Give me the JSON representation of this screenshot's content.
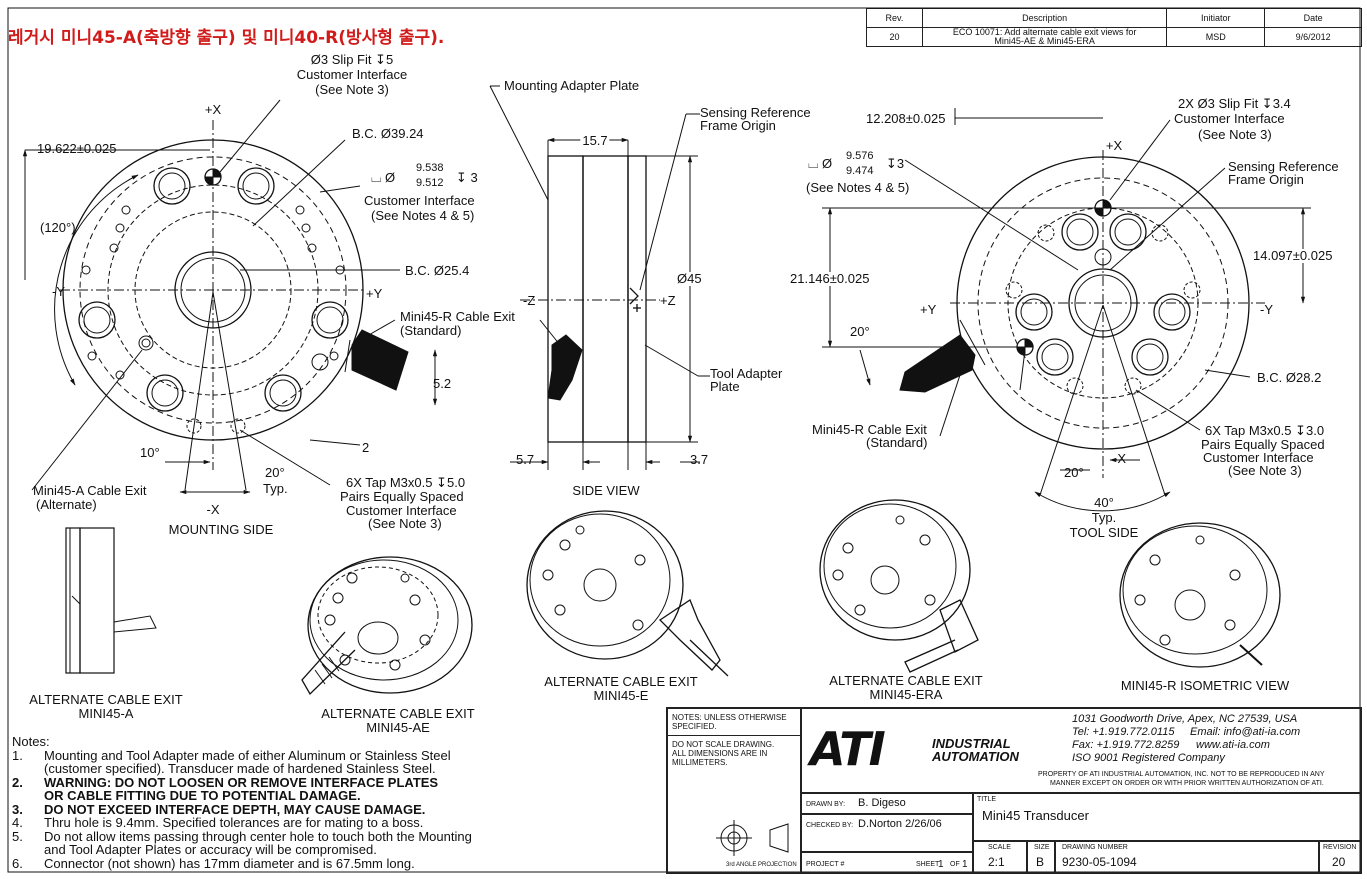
{
  "header_title": "레거시 미니45-A(축방향 출구) 및 미니40-R(방사형 출구).",
  "revision_table": {
    "headers": [
      "Rev.",
      "Description",
      "Initiator",
      "Date"
    ],
    "row": {
      "rev": "20",
      "description_line1": "ECO 10071: Add alternate cable exit views for",
      "description_line2": "Mini45-AE & Mini45-ERA",
      "initiator": "MSD",
      "date": "9/6/2012"
    }
  },
  "mounting_side": {
    "view_label": "MOUNTING SIDE",
    "slip_fit_line1": "Ø3 Slip Fit ↧5",
    "slip_fit_line2": "Customer Interface",
    "slip_fit_line3": "(See Note 3)",
    "plus_x": "+X",
    "minus_x": "-X",
    "plus_y": "+Y",
    "minus_y": "-Y",
    "dim_19622": "19.622±0.025",
    "bc_3924": "B.C. Ø39.24",
    "angle_120": "(120°)",
    "bore_sym": "⌴ Ø",
    "bore_upper": "9.538",
    "bore_lower": "9.512",
    "bore_depth": "↧ 3",
    "cust_if_line1": "Customer Interface",
    "cust_if_line2": "(See Notes 4 & 5)",
    "bc_254": "B.C. Ø25.4",
    "cable_exit_r_line1": "Mini45-R Cable Exit",
    "cable_exit_r_line2": "(Standard)",
    "dim_52": "5.2",
    "dim_2": "2",
    "angle_10": "10°",
    "angle_20": "20°",
    "typ": "Typ.",
    "cable_exit_a_line1": "Mini45-A Cable Exit",
    "cable_exit_a_line2": "(Alternate)",
    "tap_line1": "6X Tap M3x0.5 ↧5.0",
    "tap_line2": "Pairs Equally Spaced",
    "tap_line3": "Customer Interface",
    "tap_line4": "(See Note 3)"
  },
  "side_view": {
    "view_label": "SIDE VIEW",
    "mounting_adapter": "Mounting Adapter Plate",
    "sensing_ref_line1": "Sensing Reference",
    "sensing_ref_line2": "Frame Origin",
    "dim_157": "15.7",
    "dim_45": "Ø45",
    "minus_z": "-Z",
    "plus_z": "+Z",
    "tool_adapter_line1": "Tool Adapter",
    "tool_adapter_line2": "Plate",
    "dim_57": "5.7",
    "dim_37": "3.7"
  },
  "tool_side": {
    "view_label": "TOOL SIDE",
    "dim_12208": "12.208±0.025",
    "slip_fit_line1": "2X Ø3 Slip Fit ↧3.4",
    "slip_fit_line2": "Customer Interface",
    "slip_fit_line3": "(See Note 3)",
    "plus_x": "+X",
    "minus_x": "-X",
    "plus_y": "+Y",
    "minus_y": "-Y",
    "bore_sym": "⌴ Ø",
    "bore_upper": "9.576",
    "bore_lower": "9.474",
    "bore_depth": "↧3",
    "bore_note": "(See Notes 4 & 5)",
    "sensing_ref_line1": "Sensing Reference",
    "sensing_ref_line2": "Frame Origin",
    "dim_21146": "21.146±0.025",
    "dim_14097": "14.097±0.025",
    "angle_20": "20°",
    "bc_282": "B.C. Ø28.2",
    "cable_exit_line1": "Mini45-R Cable Exit",
    "cable_exit_line2": "(Standard)",
    "tap_line1": "6X Tap M3x0.5 ↧3.0",
    "tap_line2": "Pairs Equally Spaced",
    "tap_line3": "Customer Interface",
    "tap_line4": "(See Note 3)",
    "angle_20b": "20°",
    "angle_40": "40°",
    "typ": "Typ."
  },
  "iso_labels": {
    "alt_a_line1": "ALTERNATE CABLE EXIT",
    "alt_a_line2": "MINI45-A",
    "alt_ae_line1": "ALTERNATE CABLE EXIT",
    "alt_ae_line2": "MINI45-AE",
    "alt_e_line1": "ALTERNATE CABLE EXIT",
    "alt_e_line2": "MINI45-E",
    "alt_era_line1": "ALTERNATE CABLE EXIT",
    "alt_era_line2": "MINI45-ERA",
    "iso_r": "MINI45-R ISOMETRIC VIEW"
  },
  "notes": {
    "heading": "Notes:",
    "items": [
      {
        "num": "1.",
        "lines": [
          "Mounting and Tool Adapter made of either Aluminum or Stainless Steel",
          "(customer specified).  Transducer made of hardened Stainless Steel."
        ],
        "bold": false
      },
      {
        "num": "2.",
        "lines": [
          "WARNING: DO NOT LOOSEN OR REMOVE INTERFACE PLATES",
          "OR CABLE FITTING DUE TO POTENTIAL DAMAGE."
        ],
        "bold": true
      },
      {
        "num": "3.",
        "lines": [
          "DO NOT EXCEED INTERFACE DEPTH, MAY CAUSE DAMAGE."
        ],
        "bold": true
      },
      {
        "num": "4.",
        "lines": [
          "Thru hole is 9.4mm.  Specified tolerances are for mating to a boss."
        ],
        "bold": false
      },
      {
        "num": "5.",
        "lines": [
          "Do not allow items passing through center hole to touch both the Mounting",
          "and Tool Adapter Plates or accuracy will be compromised."
        ],
        "bold": false
      },
      {
        "num": "6.",
        "lines": [
          "Connector (not shown) has 17mm diameter and is 67.5mm long."
        ],
        "bold": false
      }
    ]
  },
  "title_block": {
    "notes_unless_line1": "NOTES:  UNLESS OTHERWISE",
    "notes_unless_line2": "SPECIFIED.",
    "no_scale_line1": "DO NOT SCALE DRAWING.",
    "no_scale_line2": "ALL DIMENSIONS ARE IN",
    "no_scale_line3": "MILLIMETERS.",
    "logo_ati": "ATI",
    "logo_industrial": "INDUSTRIAL",
    "logo_automation": "AUTOMATION",
    "address": "1031 Goodworth Drive, Apex, NC 27539, USA",
    "tel": "Tel: +1.919.772.0115",
    "email": "Email: info@ati-ia.com",
    "fax": "Fax: +1.919.772.8259",
    "web": "www.ati-ia.com",
    "iso": "ISO 9001 Registered Company",
    "property_line1": "PROPERTY OF ATI INDUSTRIAL AUTOMATION, INC. NOT TO BE REPRODUCED IN ANY",
    "property_line2": "MANNER EXCEPT ON ORDER OR WITH PRIOR WRITTEN AUTHORIZATION OF ATI.",
    "drawn_by_label": "DRAWN BY:",
    "drawn_by": "B. Digeso",
    "checked_by_label": "CHECKED BY:",
    "checked_by": "D.Norton 2/26/06",
    "title_label": "TITLE",
    "title": "Mini45 Transducer",
    "projection": "3rd ANGLE PROJECTION",
    "project_label": "PROJECT #",
    "sheet_label": "SHEET",
    "sheet": "1",
    "of_label": "OF",
    "of": "1",
    "scale_label": "SCALE",
    "scale": "2:1",
    "size_label": "SIZE",
    "size": "B",
    "drawing_number_label": "DRAWING NUMBER",
    "drawing_number": "9230-05-1094",
    "revision_label": "REVISION",
    "revision": "20"
  }
}
